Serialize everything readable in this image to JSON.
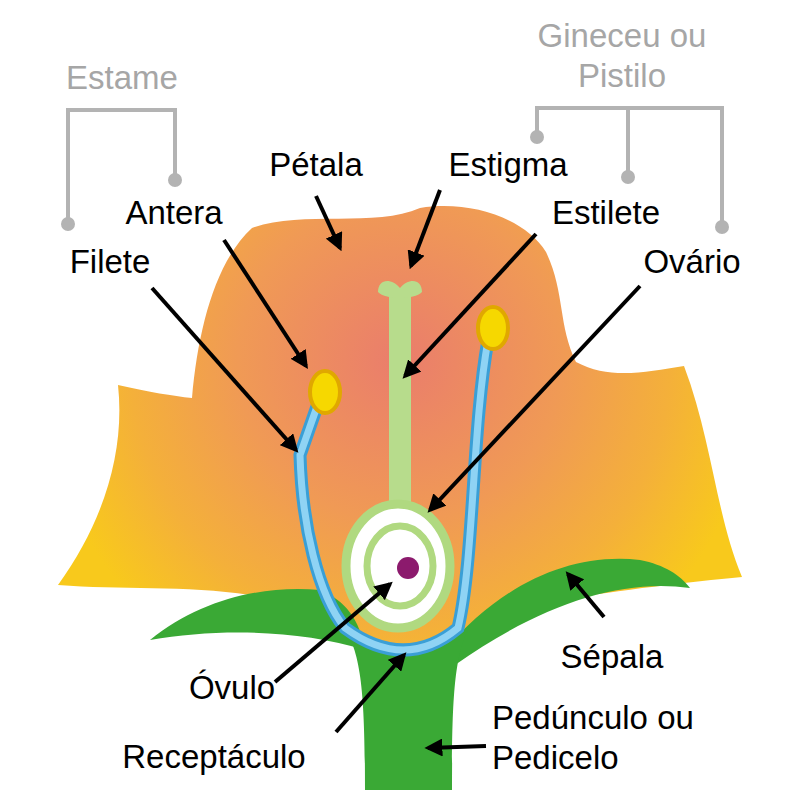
{
  "diagram": {
    "labels": [
      "Estame",
      "Gineceu ou Pistilo",
      "Pétala",
      "Estigma",
      "Antera",
      "Estilete",
      "Filete",
      "Ovário",
      "Óvulo",
      "Sépala",
      "Receptáculo",
      "Pedúnculo ou Pedicelo"
    ]
  }
}
